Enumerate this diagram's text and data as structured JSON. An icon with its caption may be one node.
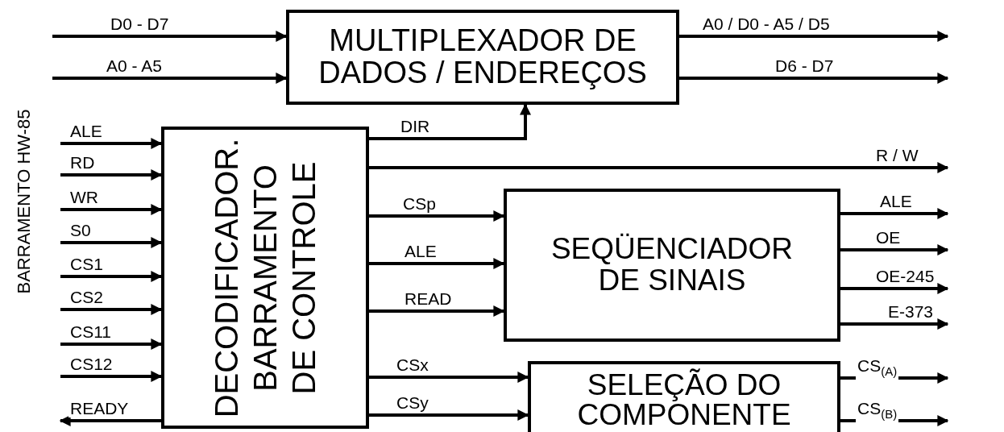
{
  "diagram": {
    "nodes": [
      {
        "text": [
          "MULTIPLEXADOR DE DADOS / ENDEREÇOS"
        ]
      },
      {
        "text": [
          "DECODIFICADOR.",
          "BARRAMENTO",
          "DE CONTROLE"
        ]
      },
      {
        "text": [
          "SEQÜENCIADOR DE SINAIS"
        ]
      },
      {
        "text": [
          "SELEÇÃO DO COMPONENTE"
        ]
      }
    ],
    "edges": [
      {
        "from": null,
        "to": 0,
        "arrow": "to",
        "label": "D0 - D7"
      },
      {
        "from": null,
        "to": 0,
        "arrow": "to",
        "label": "A0 - A5"
      },
      {
        "from": 0,
        "to": null,
        "arrow": "to",
        "label": "A0 / D0  -  A5 / D5"
      },
      {
        "from": 0,
        "to": null,
        "arrow": "to",
        "label": "D6 - D7"
      },
      {
        "from": 1,
        "to": 0,
        "arrow": "to",
        "label": "DIR"
      },
      {
        "from": 1,
        "to": null,
        "arrow": "to",
        "label": "R / W"
      },
      {
        "from": 1,
        "to": 2,
        "arrow": "to",
        "label": "CSp"
      },
      {
        "from": 1,
        "to": 2,
        "arrow": "to",
        "label": "ALE"
      },
      {
        "from": 1,
        "to": 2,
        "arrow": "to",
        "label": "READ"
      },
      {
        "from": 1,
        "to": 3,
        "arrow": "to",
        "label": "CSx"
      },
      {
        "from": 1,
        "to": 3,
        "arrow": "to",
        "label": "CSy"
      },
      {
        "from": null,
        "to": 1,
        "arrow": "to",
        "label": "ALE"
      },
      {
        "from": null,
        "to": 1,
        "arrow": "to",
        "label": "RD"
      },
      {
        "from": null,
        "to": 1,
        "arrow": "to",
        "label": "WR"
      },
      {
        "from": null,
        "to": 1,
        "arrow": "to",
        "label": "S0"
      },
      {
        "from": null,
        "to": 1,
        "arrow": "to",
        "label": "CS1"
      },
      {
        "from": null,
        "to": 1,
        "arrow": "to",
        "label": "CS2"
      },
      {
        "from": null,
        "to": 1,
        "arrow": "to",
        "label": "CS11"
      },
      {
        "from": null,
        "to": 1,
        "arrow": "to",
        "label": "CS12"
      },
      {
        "from": 1,
        "to": null,
        "arrow": "to",
        "label": "READY"
      },
      {
        "from": 2,
        "to": null,
        "arrow": "to",
        "label": "ALE"
      },
      {
        "from": 2,
        "to": null,
        "arrow": "to",
        "label": "OE"
      },
      {
        "from": 2,
        "to": null,
        "arrow": "to",
        "label": "OE-245"
      },
      {
        "from": 2,
        "to": null,
        "arrow": "to",
        "label": "E-373"
      },
      {
        "from": 3,
        "to": null,
        "arrow": "to",
        "label": "CS$_{(A)}$"
      },
      {
        "from": 3,
        "to": null,
        "arrow": "to",
        "label": "CS$_{(B)}$"
      }
    ],
    "labels": [
      "BARRAMENTO HW-85"
    ]
  }
}
